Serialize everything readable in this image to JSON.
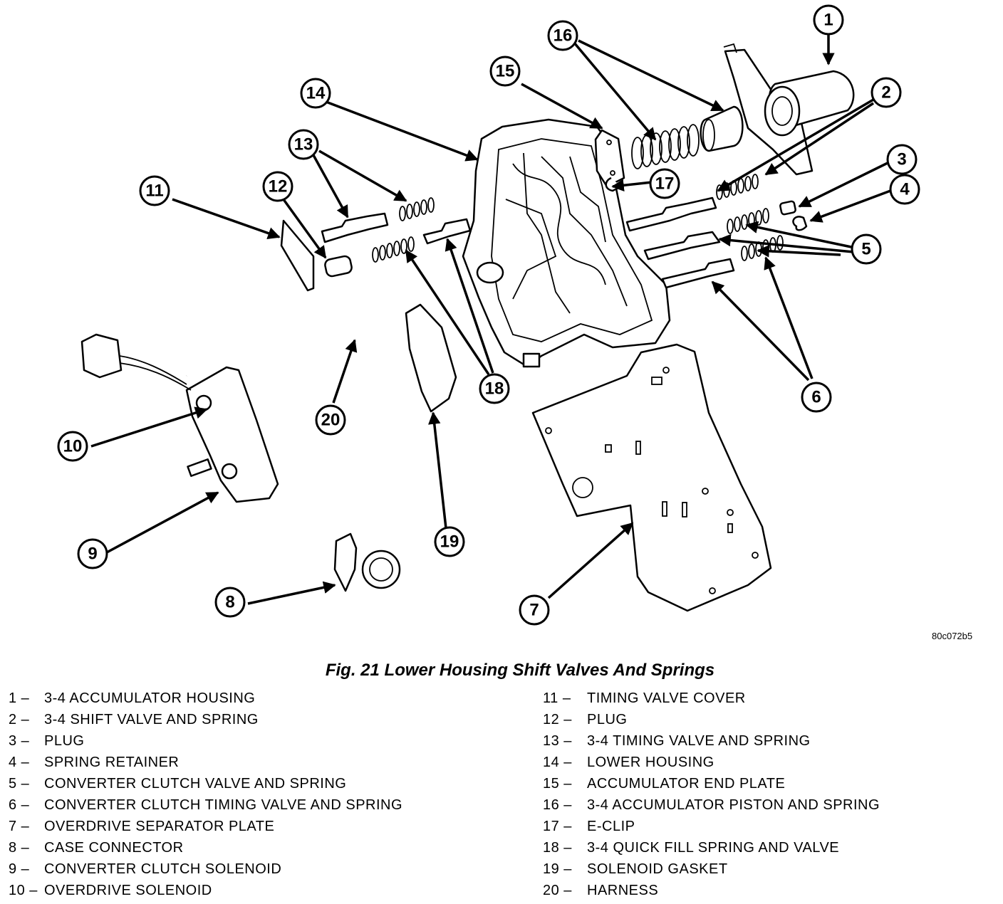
{
  "figure": {
    "caption": "Fig. 21 Lower Housing Shift Valves And Springs",
    "image_code": "80c072b5"
  },
  "callouts": [
    "1",
    "2",
    "3",
    "4",
    "5",
    "6",
    "7",
    "8",
    "9",
    "10",
    "11",
    "12",
    "13",
    "14",
    "15",
    "16",
    "17",
    "18",
    "19",
    "20"
  ],
  "legend": {
    "left": [
      {
        "num": "1",
        "label": "3-4 ACCUMULATOR HOUSING"
      },
      {
        "num": "2",
        "label": "3-4 SHIFT VALVE AND SPRING"
      },
      {
        "num": "3",
        "label": "PLUG"
      },
      {
        "num": "4",
        "label": "SPRING RETAINER"
      },
      {
        "num": "5",
        "label": "CONVERTER CLUTCH VALVE AND SPRING"
      },
      {
        "num": "6",
        "label": "CONVERTER CLUTCH TIMING VALVE AND SPRING"
      },
      {
        "num": "7",
        "label": "OVERDRIVE SEPARATOR PLATE"
      },
      {
        "num": "8",
        "label": "CASE CONNECTOR"
      },
      {
        "num": "9",
        "label": "CONVERTER CLUTCH SOLENOID"
      },
      {
        "num": "10",
        "label": "OVERDRIVE SOLENOID"
      }
    ],
    "right": [
      {
        "num": "11",
        "label": "TIMING VALVE COVER"
      },
      {
        "num": "12",
        "label": "PLUG"
      },
      {
        "num": "13",
        "label": "3-4 TIMING VALVE AND SPRING"
      },
      {
        "num": "14",
        "label": "LOWER HOUSING"
      },
      {
        "num": "15",
        "label": "ACCUMULATOR END PLATE"
      },
      {
        "num": "16",
        "label": "3-4 ACCUMULATOR PISTON AND SPRING"
      },
      {
        "num": "17",
        "label": "E-CLIP"
      },
      {
        "num": "18",
        "label": "3-4 QUICK FILL SPRING AND VALVE"
      },
      {
        "num": "19",
        "label": "SOLENOID GASKET"
      },
      {
        "num": "20",
        "label": "HARNESS"
      }
    ],
    "separator": "–"
  }
}
